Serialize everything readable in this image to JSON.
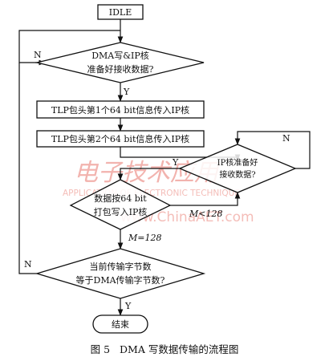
{
  "nodes": {
    "idle": "IDLE",
    "dma_check_line1": "DMA写&IP核",
    "dma_check_line2": "准备好接收数据?",
    "tlp_first": "TLP包头第1个64 bit信息传入IP核",
    "tlp_second": "TLP包头第2个64 bit信息传入IP核",
    "ip_ready_line1": "IP核准备好",
    "ip_ready_line2": "接收数据?",
    "write_line1": "数据按64 bit",
    "write_line2": "打包写入IP核",
    "bytes_check_line1": "当前传输字节数",
    "bytes_check_line2": "等于DMA传输字节数?",
    "end": "结束"
  },
  "edge_labels": {
    "n_top": "N",
    "y_top": "Y",
    "n_ip": "N",
    "y_ip": "Y",
    "m_lt": "M<128",
    "m_eq": "M=128",
    "n_bottom": "N",
    "y_bottom": "Y"
  },
  "caption": "图 5   DMA 写数据传输的流程图",
  "watermark": {
    "logo_text": "电子技术应用",
    "en_text": "APPLICATION OF ELECTRONIC TECHNIQUE",
    "url_text": "www.ChinaAET.com"
  },
  "colors": {
    "stroke": "#111111",
    "watermark": "#f2b3ae"
  }
}
